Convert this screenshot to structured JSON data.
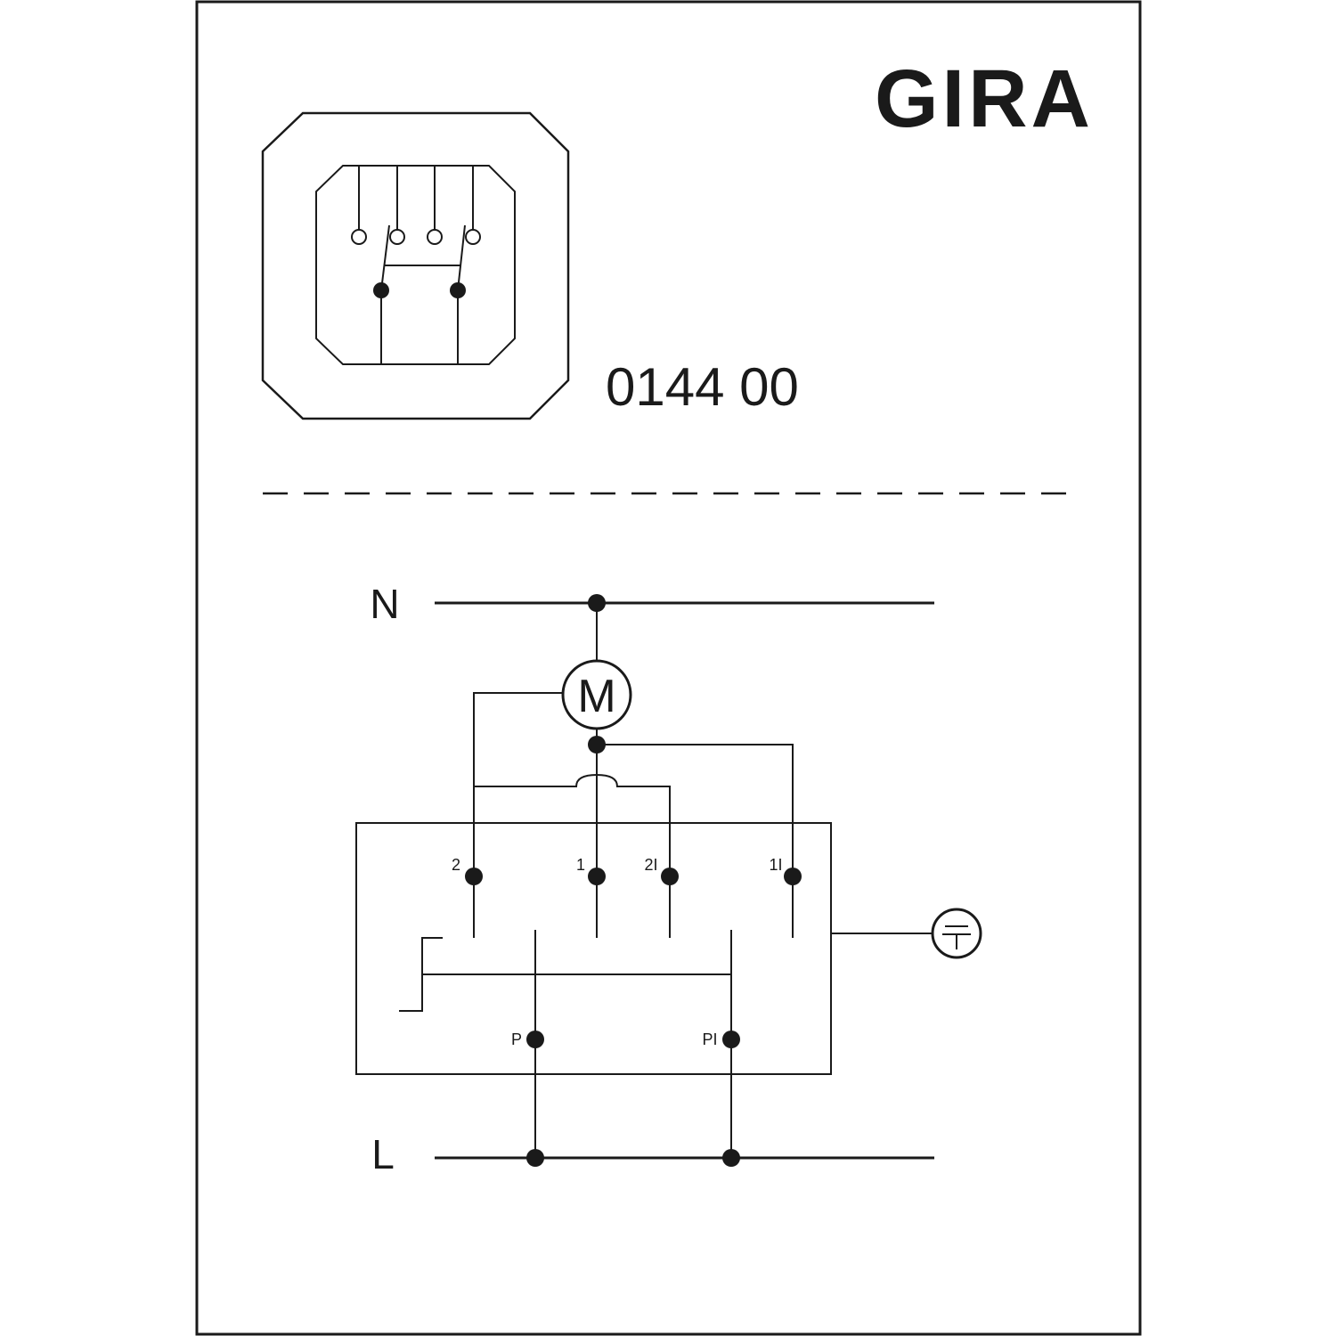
{
  "brand": "GIRA",
  "article_number": "0144 00",
  "circuit": {
    "neutral_label": "N",
    "line_label": "L",
    "motor_label": "M",
    "terminals": {
      "t2": "2",
      "t1": "1",
      "t2i": "2I",
      "t1i": "1I",
      "p": "P",
      "pi": "PI"
    }
  }
}
